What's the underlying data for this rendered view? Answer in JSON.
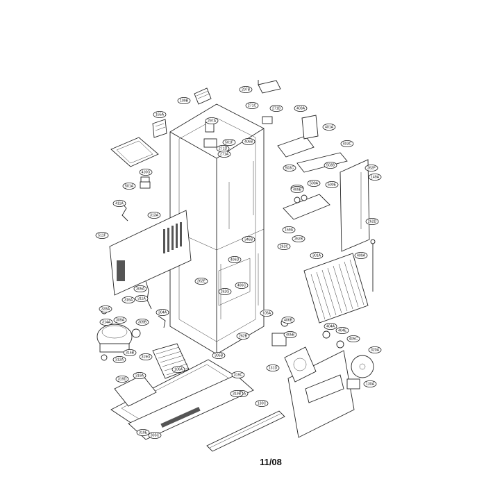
{
  "document": {
    "date_code": "11/08"
  },
  "callouts": [
    "207B",
    "109B",
    "165A",
    "403A",
    "271C",
    "271B",
    "403C",
    "297A",
    "401A",
    "501F",
    "410G",
    "501A",
    "411A",
    "313A",
    "511F",
    "271D",
    "271A",
    "406B",
    "503C",
    "500A",
    "500E",
    "120B",
    "503B",
    "409B",
    "262F",
    "149A",
    "159A",
    "262B",
    "262D",
    "346B",
    "262C",
    "301A",
    "406D",
    "262E",
    "406C",
    "262G",
    "409A",
    "305A",
    "316A",
    "311A",
    "328A",
    "304A",
    "314A",
    "309A",
    "309B",
    "105A",
    "406B",
    "404A",
    "404E",
    "405C",
    "262B",
    "405B",
    "320A",
    "312A",
    "316B",
    "319G",
    "319D",
    "319A",
    "106A",
    "319C",
    "305B",
    "405A",
    "131D",
    "130A",
    "319B",
    "319E",
    "305C",
    "130C"
  ]
}
